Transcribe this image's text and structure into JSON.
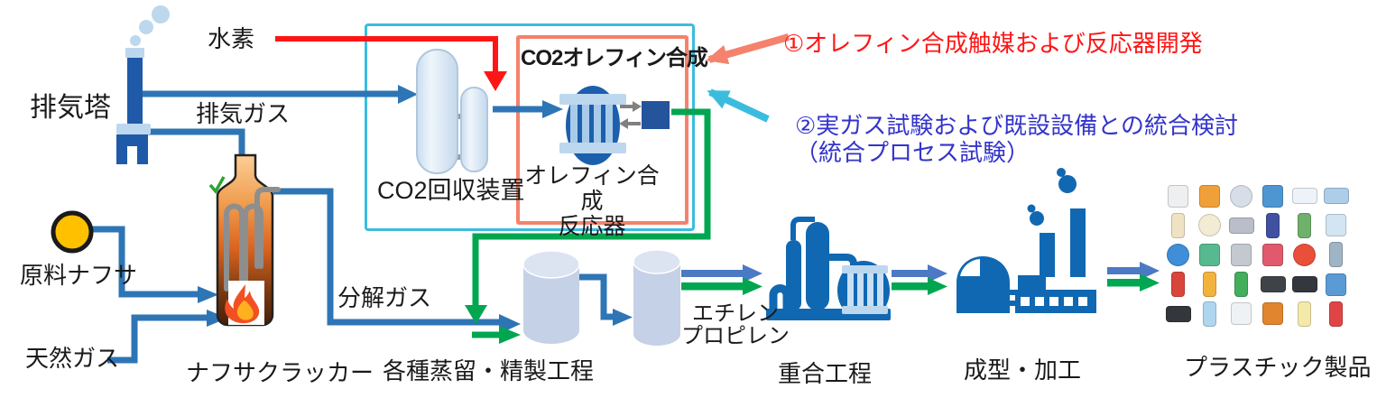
{
  "labels": {
    "exhaust_tower": "排気塔",
    "hydrogen": "水素",
    "exhaust_gas": "排気ガス",
    "co2_recovery": "CO2回収装置",
    "co2_olefin_box_title": "CO2オレフィン合成",
    "olefin_reactor_line1": "オレフィン合成",
    "olefin_reactor_line2": "反応器",
    "raw_naphtha": "原料ナフサ",
    "natural_gas": "天然ガス",
    "naphtha_cracker": "ナフサクラッカー",
    "cracked_gas": "分解ガス",
    "distillation": "各種蒸留・精製工程",
    "ethylene": "エチレン",
    "propylene": "プロピレン",
    "polymerization": "重合工程",
    "molding": "成型・加工",
    "plastic_products": "プラスチック製品"
  },
  "annotations": {
    "note1": "①オレフィン合成触媒および反応器開発",
    "note2_line1": "②実ガス試験および既設設備との統合検討",
    "note2_line2": "（統合プロセス試験）"
  },
  "colors": {
    "flow_line_blue": "#2e75b6",
    "block_arrow_blue": "#4c79c4",
    "green": "#00a650",
    "red": "#fe1616",
    "cyan_box_border": "#3bbcdf",
    "orange_box_border": "#f4826c",
    "note2_text_blue": "#3333cc",
    "icon_blue": "#1068b2",
    "tower_navy": "#1f5aa8",
    "light_blue": "#bdd7ee",
    "naphtha_yellow": "#ffc000",
    "cylinder_gray_blue": "#c5d1e6"
  },
  "collage": {
    "items": [
      {
        "n": "plastic-bag",
        "c": "#edeff1",
        "s": "rect"
      },
      {
        "n": "snack-packet",
        "c": "#f0a03a",
        "s": "rect"
      },
      {
        "n": "cd-discs",
        "c": "#d8dee8",
        "s": "circle"
      },
      {
        "n": "bucket",
        "c": "#4e96d2",
        "s": "rect"
      },
      {
        "n": "clear-box",
        "c": "#edf3f8",
        "s": "wide"
      },
      {
        "n": "storage-box",
        "c": "#aecde8",
        "s": "wide"
      },
      {
        "n": "wooden-spoons",
        "c": "#efe3c4",
        "s": "tall"
      },
      {
        "n": "plate",
        "c": "#f3ecd5",
        "s": "circle"
      },
      {
        "n": "tape-dispenser",
        "c": "#b9bec8",
        "s": "wide"
      },
      {
        "n": "binder",
        "c": "#3f51a0",
        "s": "tall"
      },
      {
        "n": "pens-rulers",
        "c": "#6fb06a",
        "s": "tall"
      },
      {
        "n": "document-pouch",
        "c": "#d3e4f2",
        "s": "rect"
      },
      {
        "n": "hose-coil",
        "c": "#3e8ed9",
        "s": "circle"
      },
      {
        "n": "rubber-gloves",
        "c": "#57b98f",
        "s": "rect"
      },
      {
        "n": "dust-box",
        "c": "#c3c9cf",
        "s": "rect"
      },
      {
        "n": "toy-blocks",
        "c": "#e0596d",
        "s": "rect"
      },
      {
        "n": "beach-ball",
        "c": "#e8503a",
        "s": "circle"
      },
      {
        "n": "cleaning-brushes",
        "c": "#9fb4c4",
        "s": "tall"
      },
      {
        "n": "comb",
        "c": "#d9453a",
        "s": "tall"
      },
      {
        "n": "lighters",
        "c": "#f2b33d",
        "s": "tall"
      },
      {
        "n": "screwdriver",
        "c": "#43ae5c",
        "s": "tall"
      },
      {
        "n": "hangers",
        "c": "#3e4348",
        "s": "wide"
      },
      {
        "n": "video-tapes",
        "c": "#34383e",
        "s": "wide"
      },
      {
        "n": "alarm-clock",
        "c": "#5b9bd5",
        "s": "rect"
      },
      {
        "n": "camera-case",
        "c": "#33373c",
        "s": "wide"
      },
      {
        "n": "water-bottle",
        "c": "#afd6ef",
        "s": "tall"
      },
      {
        "n": "food-trays",
        "c": "#eff2f4",
        "s": "rect"
      },
      {
        "n": "storage-pot",
        "c": "#e2852f",
        "s": "rect"
      },
      {
        "n": "detergent-bottle",
        "c": "#f4e9a8",
        "s": "tall"
      },
      {
        "n": "spray-bottle",
        "c": "#e04545",
        "s": "tall"
      }
    ]
  }
}
